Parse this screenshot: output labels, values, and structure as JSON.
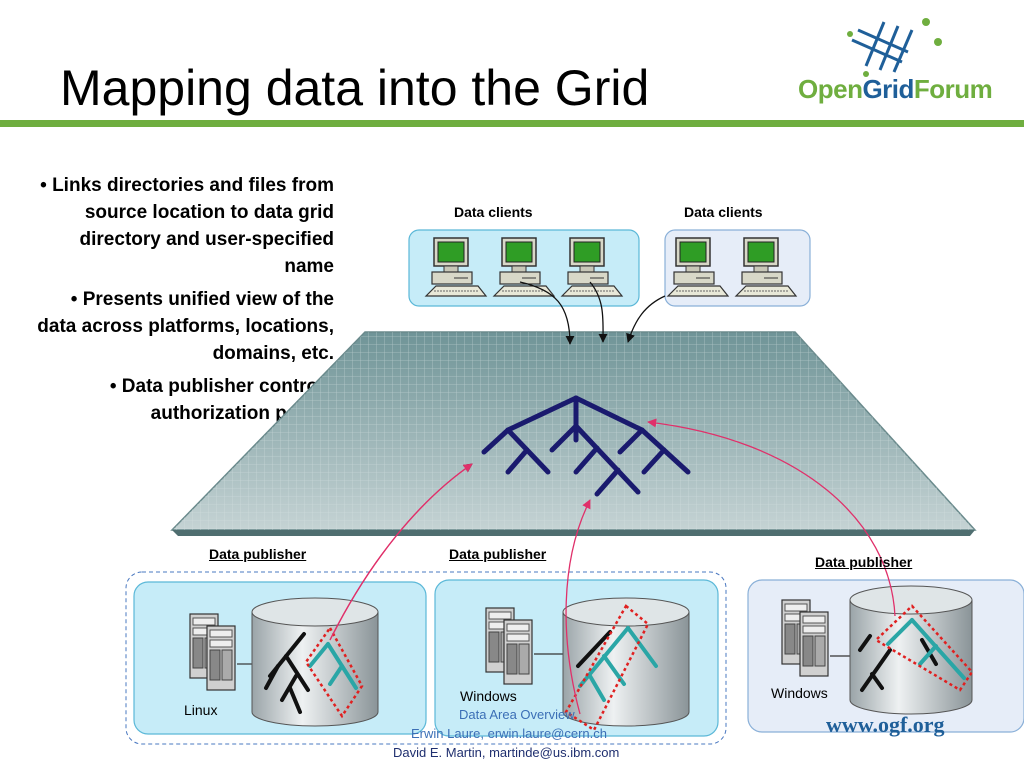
{
  "slide": {
    "title": "Mapping data into the Grid"
  },
  "logo": {
    "part1": "Open",
    "part2": "Grid",
    "part3": "Forum",
    "url": "www.ogf.org",
    "colors": {
      "green": "#6fae3f",
      "blue": "#1f5f99"
    }
  },
  "bullets": [
    "Links directories and files from source location to data grid directory and user-specified name",
    "Presents unified view of the data across platforms, locations, domains, etc.",
    "Data publisher controls authorization policy."
  ],
  "bullet_marker": "•",
  "clients": {
    "label_left": "Data clients",
    "label_right": "Data clients"
  },
  "publishers": {
    "linux": {
      "label": "Data publisher",
      "os": "Linux"
    },
    "windows_mid": {
      "label": "Data publisher",
      "os": "Windows"
    },
    "windows_right": {
      "label": "Data publisher",
      "os": "Windows"
    }
  },
  "footer": {
    "line1": "Data Area Overview",
    "line2": "Erwin Laure, erwin.laure@cern.ch",
    "line3": "David E. Martin, martinde@us.ibm.com"
  },
  "colors": {
    "rule": "#6fae3f",
    "client_box_fill": "#c6ecf8",
    "client_box_right_fill": "#e6edf8",
    "grid_plane": "#8fa8ab",
    "tree": "#1a1a6e",
    "arrow": "#e0306a",
    "cyl_tree": "#2aa6a6"
  }
}
